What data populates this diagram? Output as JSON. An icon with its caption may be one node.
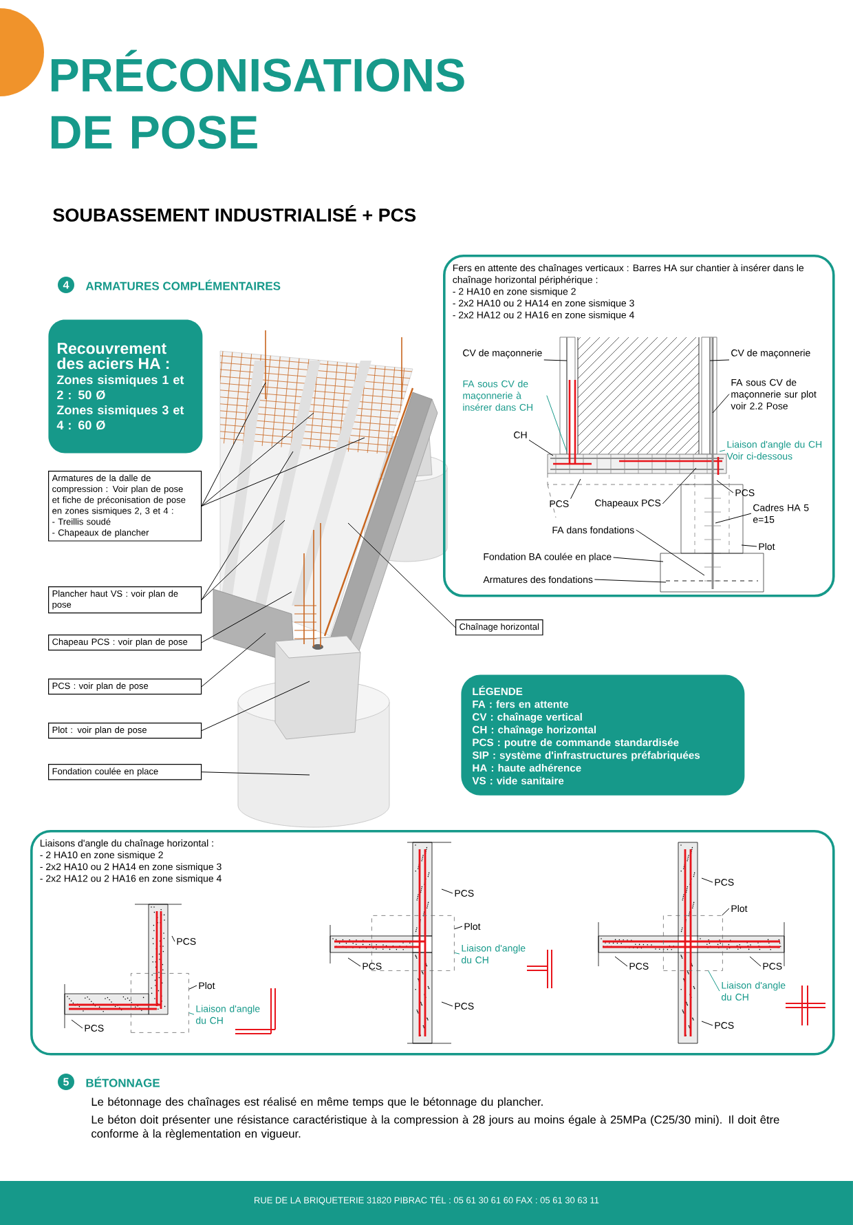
{
  "diagram": {
    "title": "PRÉCONISATIONS DE POSE",
    "nodes": [
      {
        "text": [
          "Recouvrement des aciers HA :",
          "Zones sismiques 1 et 2 : 50 Ø",
          "Zones sismiques 3 et 4 : 60 Ø"
        ]
      },
      {
        "text": [
          "Armatures de la dalle de compression : Voir plan de pose et fiche de préconisation de pose en zones sismiques 2, 3 et 4 :",
          "- Treillis soudé",
          "- Chapeaux de plancher"
        ]
      },
      {
        "text": [
          "Plancher haut VS : voir plan de pose"
        ]
      },
      {
        "text": [
          "Chapeau PCS : voir plan de pose"
        ]
      },
      {
        "text": [
          "PCS : voir plan de pose"
        ]
      },
      {
        "text": [
          "Plot : voir plan de pose"
        ]
      },
      {
        "text": [
          "Fondation coulée en place"
        ]
      },
      {
        "text": [
          "Chaînage horizontal"
        ]
      },
      {
        "text": [
          "Fers en attente des chaînages verticaux : Barres HA sur chantier à insérer dans le chaînage horizontal périphérique :",
          "- 2 HA10 en zone sismique 2",
          "- 2x2 HA10 ou 2 HA14 en zone sismique 3",
          "- 2x2 HA12 ou 2 HA16 en zone sismique 4"
        ]
      },
      {
        "text": [
          "CV de maçonnerie"
        ],
        "in": 8
      },
      {
        "text": [
          "CV de maçonnerie"
        ],
        "in": 8
      },
      {
        "text": [
          "FA sous CV de maçonnerie à insérer dans CH"
        ],
        "in": 8
      },
      {
        "text": [
          "FA sous CV de maçonnerie sur plot voir 2.2 Pose"
        ],
        "in": 8
      },
      {
        "text": [
          "CH"
        ],
        "in": 8
      },
      {
        "text": [
          "Liaison d'angle du CH Voir ci-dessous"
        ],
        "in": 8
      },
      {
        "text": [
          "PCS"
        ],
        "in": 8
      },
      {
        "text": [
          "PCS"
        ],
        "in": 8
      },
      {
        "text": [
          "Chapeaux PCS"
        ],
        "in": 8
      },
      {
        "text": [
          "Cadres HA 5 e=15"
        ],
        "in": 8
      },
      {
        "text": [
          "FA dans fondations"
        ],
        "in": 8
      },
      {
        "text": [
          "Plot"
        ],
        "in": 8
      },
      {
        "text": [
          "Fondation BA coulée en place"
        ],
        "in": 8
      },
      {
        "text": [
          "Armatures des fondations"
        ],
        "in": 8
      },
      {
        "text": [
          "LÉGENDE",
          "FA : fers en attente",
          "CV : chaînage vertical",
          "CH : chaînage horizontal",
          "PCS : poutre de commande standardisée",
          "SIP : système d'infrastructures préfabriquées",
          "HA : haute adhérence",
          "VS : vide sanitaire"
        ]
      },
      {
        "text": [
          "Liaisons d'angle du chaînage horizontal :",
          "- 2 HA10 en zone sismique 2",
          "- 2x2 HA10 ou 2 HA14 en zone sismique 3",
          "- 2x2 HA12 ou 2 HA16 en zone sismique 4"
        ]
      },
      {
        "text": [
          "PCS"
        ],
        "in": 24
      },
      {
        "text": [
          "Plot"
        ],
        "in": 24
      },
      {
        "text": [
          "PCS"
        ],
        "in": 24
      },
      {
        "text": [
          "Liaison d'angle du CH"
        ],
        "in": 24
      },
      {
        "text": [
          "PCS"
        ],
        "in": 24
      },
      {
        "text": [
          "Plot"
        ],
        "in": 24
      },
      {
        "text": [
          "PCS"
        ],
        "in": 24
      },
      {
        "text": [
          "Liaison d'angle du CH"
        ],
        "in": 24
      },
      {
        "text": [
          "PCS"
        ],
        "in": 24
      },
      {
        "text": [
          "PCS"
        ],
        "in": 24
      },
      {
        "text": [
          "Plot"
        ],
        "in": 24
      },
      {
        "text": [
          "PCS"
        ],
        "in": 24
      },
      {
        "text": [
          "PCS"
        ],
        "in": 24
      },
      {
        "text": [
          "Liaison d'angle du CH"
        ],
        "in": 24
      },
      {
        "text": [
          "PCS"
        ],
        "in": 24
      },
      {
        "text": [],
        "shape": "box",
        "in": 24
      },
      {
        "text": [],
        "shape": "box",
        "in": 24
      },
      {
        "text": [],
        "shape": "box",
        "in": 24
      }
    ],
    "edges": [
      {
        "from": 1,
        "to": null,
        "arrow": "none"
      },
      {
        "from": 1,
        "to": null,
        "arrow": "none"
      },
      {
        "from": 1,
        "to": null,
        "arrow": "none"
      },
      {
        "from": 2,
        "to": null,
        "arrow": "none"
      },
      {
        "from": 2,
        "to": null,
        "arrow": "none"
      },
      {
        "from": 3,
        "to": null,
        "arrow": "none"
      },
      {
        "from": 4,
        "to": null,
        "arrow": "none"
      },
      {
        "from": 5,
        "to": null,
        "arrow": "none"
      },
      {
        "from": 6,
        "to": null,
        "arrow": "none"
      },
      {
        "from": 7,
        "to": null,
        "arrow": "none"
      },
      {
        "from": 9,
        "to": null,
        "arrow": "none"
      },
      {
        "from": 10,
        "to": null,
        "arrow": "none"
      },
      {
        "from": 11,
        "to": null,
        "arrow": "none",
        "color": "#16998a"
      },
      {
        "from": 12,
        "to": null,
        "arrow": "none"
      },
      {
        "from": 13,
        "to": null,
        "arrow": "none"
      },
      {
        "from": 14,
        "to": null,
        "arrow": "none",
        "color": "#16998a"
      },
      {
        "from": 15,
        "to": null,
        "arrow": "none"
      },
      {
        "from": 16,
        "to": null,
        "arrow": "none"
      },
      {
        "from": 17,
        "to": null,
        "arrow": "none"
      },
      {
        "from": 18,
        "to": null,
        "arrow": "none"
      },
      {
        "from": 19,
        "to": null,
        "arrow": "none"
      },
      {
        "from": 20,
        "to": null,
        "arrow": "none"
      },
      {
        "from": 21,
        "to": null,
        "arrow": "none"
      },
      {
        "from": 22,
        "to": null,
        "arrow": "none"
      },
      {
        "from": 25,
        "to": null,
        "arrow": "none"
      },
      {
        "from": 26,
        "to": 40,
        "arrow": "none"
      },
      {
        "from": 27,
        "to": null,
        "arrow": "none"
      },
      {
        "from": 28,
        "to": 40,
        "arrow": "none",
        "color": "#16998a"
      },
      {
        "from": 29,
        "to": null,
        "arrow": "none"
      },
      {
        "from": 30,
        "to": 41,
        "arrow": "none"
      },
      {
        "from": 31,
        "to": null,
        "arrow": "none"
      },
      {
        "from": 32,
        "to": 41,
        "arrow": "none",
        "color": "#16998a"
      },
      {
        "from": 33,
        "to": null,
        "arrow": "none"
      },
      {
        "from": 34,
        "to": null,
        "arrow": "none"
      },
      {
        "from": 35,
        "to": 42,
        "arrow": "none"
      },
      {
        "from": 36,
        "to": null,
        "arrow": "none"
      },
      {
        "from": 37,
        "to": null,
        "arrow": "none"
      },
      {
        "from": 38,
        "to": 42,
        "arrow": "none",
        "color": "#16998a"
      },
      {
        "from": 39,
        "to": null,
        "arrow": "none"
      }
    ],
    "labels": [
      "SOUBASSEMENT INDUSTRIALISÉ + PCS",
      "4",
      "ARMATURES COMPLÉMENTAIRES",
      "5",
      "BÉTONNAGE",
      "Le bétonnage des chaînages est réalisé en même temps que le bétonnage du plancher.",
      "Le béton doit présenter une résistance caractéristique à la compression à 28 jours au moins égale à 25MPa (C25/30 mini). Il doit être conforme à la règlementation en vigueur.",
      "RUE DE LA BRIQUETERIE 31820 PIBRAC TÉL : 05 61 30 61 60 FAX : 05 61 30 63 11"
    ]
  }
}
